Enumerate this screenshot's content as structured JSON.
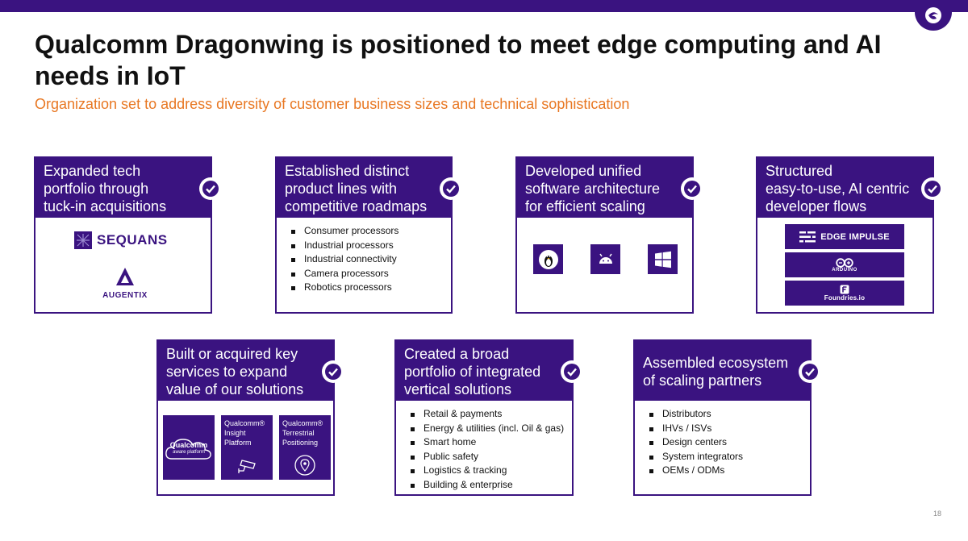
{
  "header": {
    "title": "Qualcomm Dragonwing is positioned to meet edge computing and AI needs in IoT",
    "subtitle": "Organization set to address diversity of customer business sizes and technical sophistication"
  },
  "colors": {
    "brand": "#3a1380",
    "accent": "#e87722"
  },
  "cards": {
    "acquisitions": {
      "heading": "Expanded tech\nportfolio through\ntuck-in acquisitions",
      "logos": {
        "sequans": "SEQUANS",
        "augentix": "AUGENTIX"
      }
    },
    "product_lines": {
      "heading": "Established distinct\nproduct lines with\ncompetitive roadmaps",
      "items": [
        "Consumer processors",
        "Industrial processors",
        "Industrial connectivity",
        "Camera processors",
        "Robotics processors"
      ]
    },
    "software": {
      "heading": "Developed unified\nsoftware architecture\nfor efficient scaling",
      "icons": [
        "linux-icon",
        "android-icon",
        "windows-icon"
      ]
    },
    "developer": {
      "heading": "Structured\neasy-to-use, AI centric\ndeveloper flows",
      "tools": {
        "edge_impulse": "EDGE IMPULSE",
        "arduino": "ARDUINO",
        "foundries": "Foundries.io"
      }
    },
    "services": {
      "heading": "Built or acquired key\nservices to expand\nvalue of our solutions",
      "aware_line1": "Qualcomm",
      "aware_line2": "aware platform",
      "insight": "Qualcomm®\nInsight\nPlatform",
      "terrestrial": "Qualcomm®\nTerrestrial\nPositioning"
    },
    "vertical": {
      "heading": "Created a broad\nportfolio of integrated\nvertical solutions",
      "items": [
        "Retail & payments",
        "Energy & utilities (incl. Oil & gas)",
        "Smart home",
        "Public safety",
        "Logistics & tracking",
        "Building & enterprise"
      ]
    },
    "ecosystem": {
      "heading": "Assembled ecosystem\nof scaling partners",
      "items": [
        "Distributors",
        "IHVs / ISVs",
        "Design centers",
        "System integrators",
        "OEMs / ODMs"
      ]
    }
  },
  "footer": {
    "page_number": "18"
  }
}
